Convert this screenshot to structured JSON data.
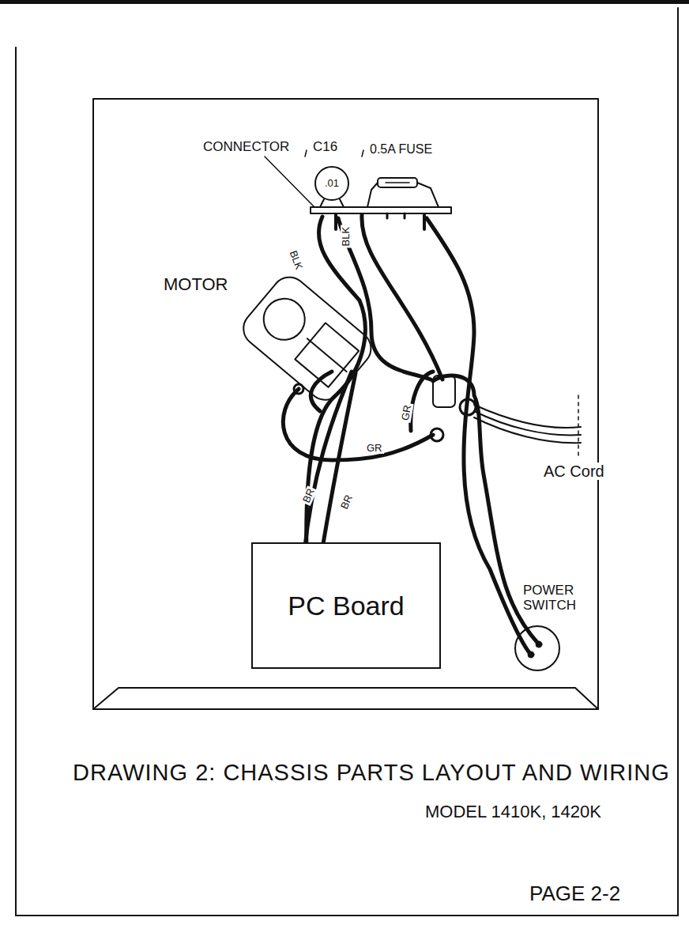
{
  "diagram": {
    "title": "DRAWING 2: CHASSIS PARTS LAYOUT AND WIRING",
    "nodes": [
      {
        "text": [
          "PC Board"
        ]
      }
    ],
    "labels": [
      "CONNECTOR",
      "C16",
      "0.5A FUSE",
      ".01",
      "MOTOR",
      "BLK",
      "BLK",
      "GR",
      "GR",
      "BR",
      "BR",
      "AC Cord",
      "POWER SWITCH",
      "MODEL 1410K, 1420K",
      "PAGE 2-2"
    ]
  }
}
